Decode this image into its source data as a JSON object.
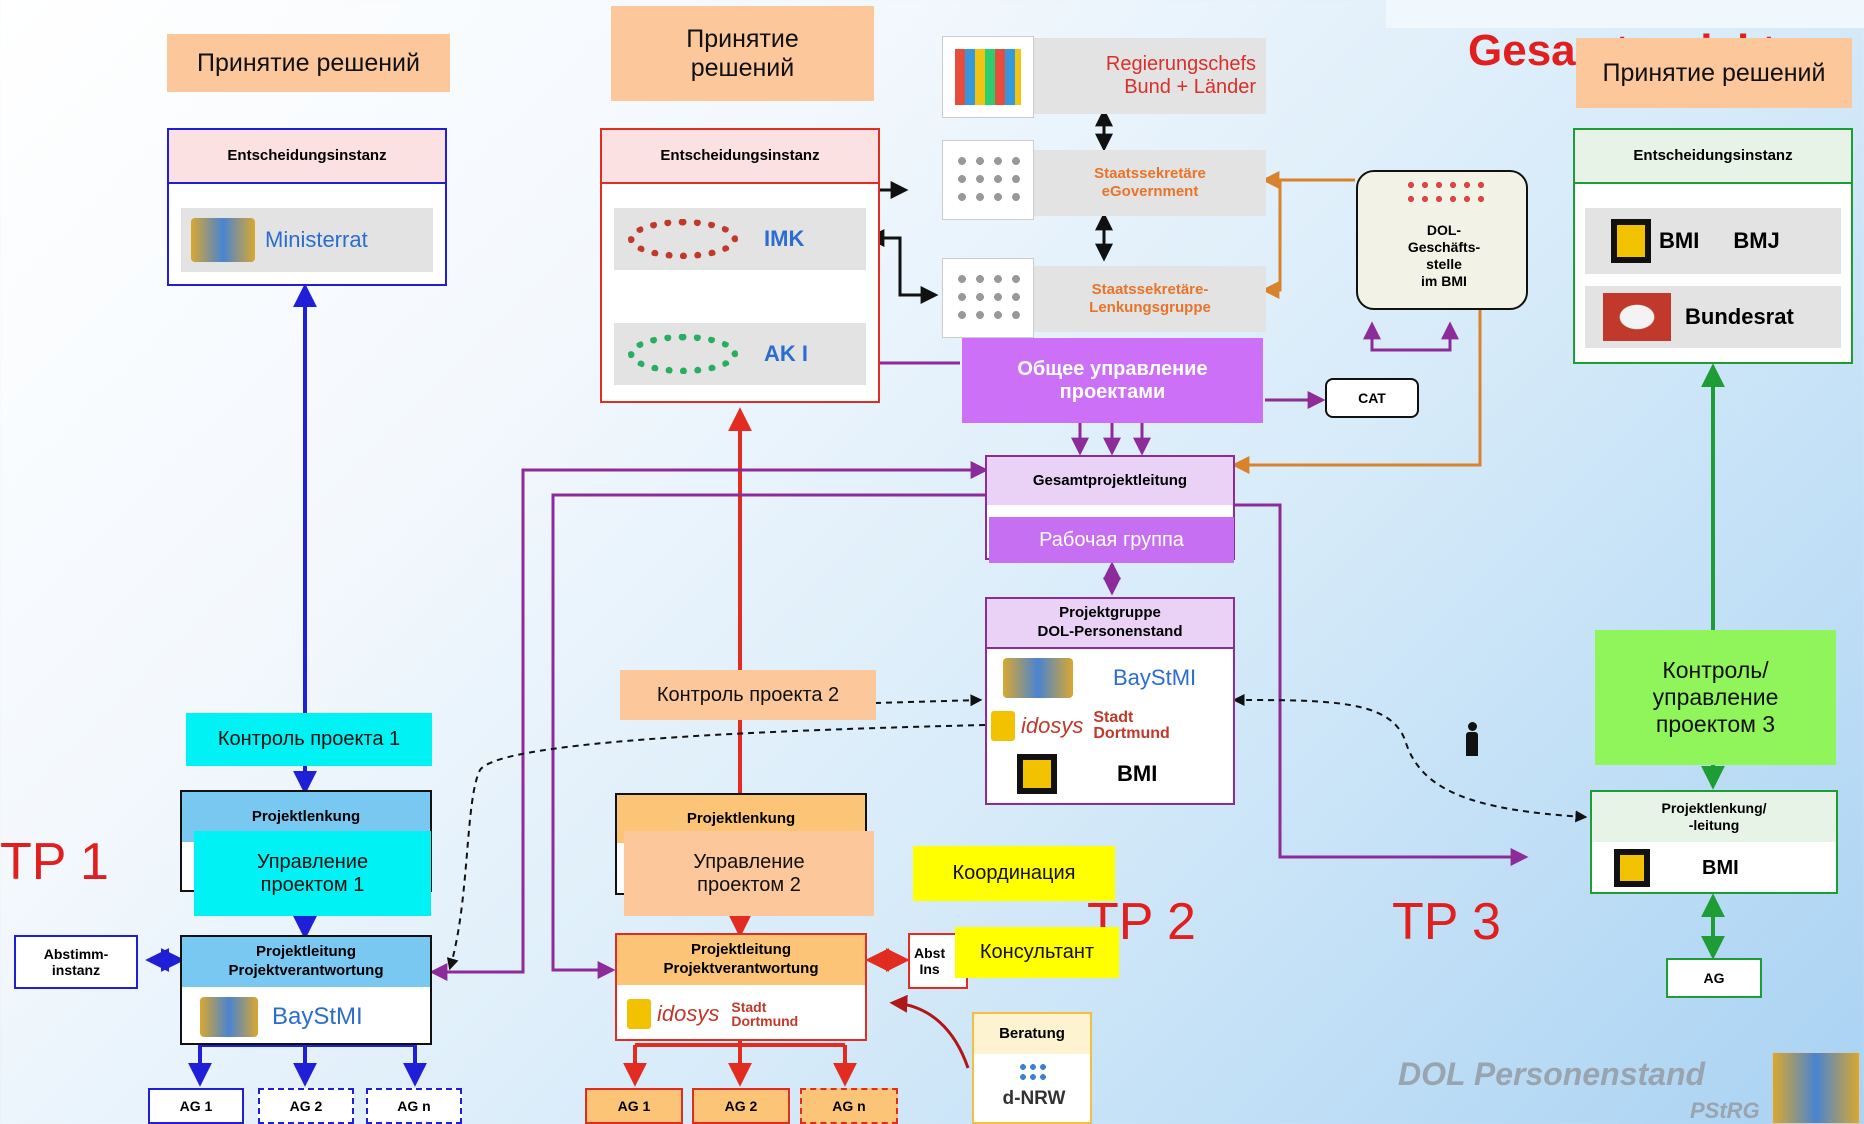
{
  "overlays": {
    "decision_1": "Принятие решений",
    "decision_2": "Принятие\nрешений",
    "decision_3": "Принятие решений",
    "general_mgmt": "Общее управление\nпроектами",
    "working_group": "Рабочая группа",
    "control_1": "Контроль проекта 1",
    "control_2": "Контроль проекта 2",
    "control_3": "Контроль/\nуправление\nпроектом 3",
    "mgmt_1": "Управление\nпроектом 1",
    "mgmt_2": "Управление\nпроектом 2",
    "coordination": "Координация",
    "consultant": "Консультант"
  },
  "title_fragment": "Gesamtprojekt",
  "tp": {
    "tp1": "TP 1",
    "tp2": "TP 2",
    "tp3": "TP 3"
  },
  "left": {
    "instance": "Entscheidungsinstanz",
    "ministerrat": "Ministerrat",
    "lenkung": "Projektlenkung",
    "leitung": "Projektleitung\nProjektverantwortung",
    "baystmi": "BayStMI",
    "abstimm": "Abstimm-\ninstanz",
    "ag1": "AG 1",
    "ag2": "AG 2",
    "agn": "AG n"
  },
  "center": {
    "instance": "Entscheidungsinstanz",
    "imk": "IMK",
    "aki": "AK I",
    "regierung": "Regierungschefs\nBund + Länder",
    "staats_egov": "Staatssekretäre\neGovernment",
    "staats_lenkung": "Staatssekretäre-\nLenkungsgruppe",
    "dol_gs": "DOL-\nGeschäfts-\nstelle\nim BMI",
    "cat": "CAT",
    "gesamtleitung": "Gesamtprojektleitung",
    "projektgruppe": "Projektgruppe\nDOL-Personenstand",
    "baystmi": "BayStMI",
    "stadt_dortmund": "Stadt\nDortmund",
    "idosys": "idosys",
    "bmi": "BMI",
    "lenkung": "Projektlenkung",
    "leitung": "Projektleitung\nProjektverantwortung",
    "stadt": "Stadt\nDortmund",
    "abst": "Abst\nIns",
    "beratung": "Beratung",
    "dnrw": "d-NRW",
    "ag1": "AG 1",
    "ag2": "AG 2",
    "agn": "AG n"
  },
  "right": {
    "instance": "Entscheidungsinstanz",
    "bmi": "BMI",
    "bmj": "BMJ",
    "bundesrat": "Bundesrat",
    "lenkung": "Projektlenkung/\n-leitung",
    "bmi2": "BMI",
    "ag": "AG"
  },
  "footer": {
    "title": "DOL Personenstand",
    "sub": "PStRG"
  },
  "colors": {
    "blue": "#1f1fd8",
    "red": "#e22c22",
    "green": "#1e9c35",
    "purple": "#8d2b9a",
    "orange": "#d9822b",
    "darkred": "#b01818"
  }
}
